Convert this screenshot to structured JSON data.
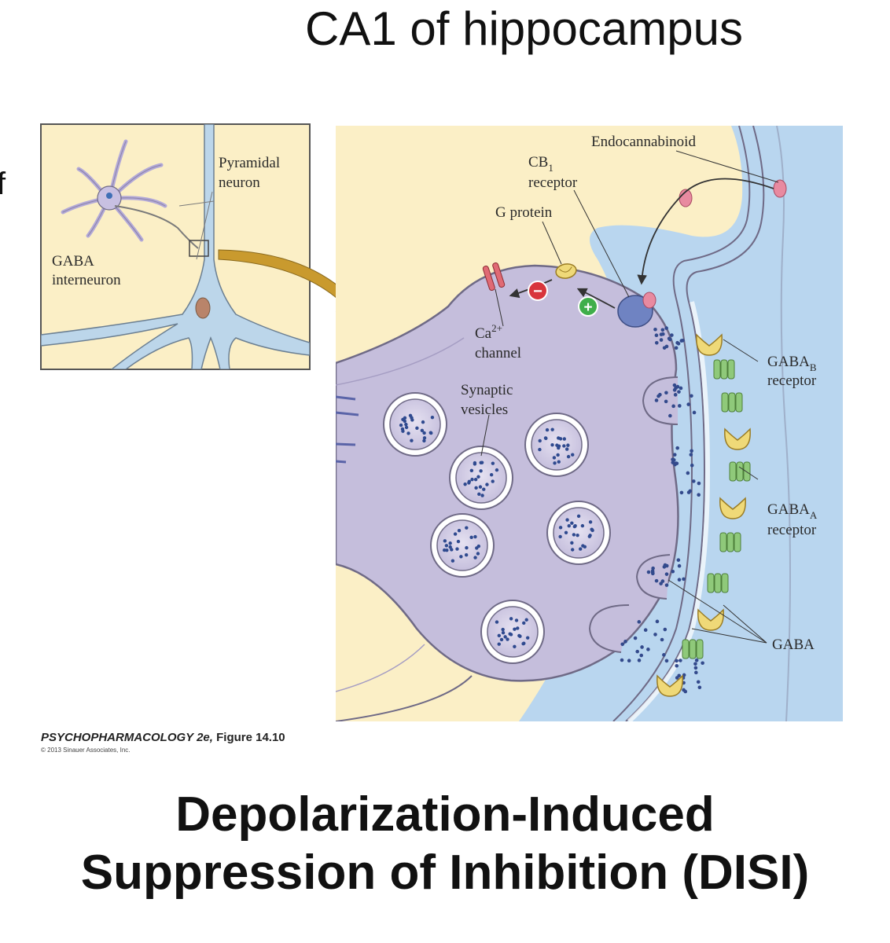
{
  "slide": {
    "title": "CA1 of hippocampus",
    "edge_fragment": "f",
    "caption_line1": "Depolarization-Induced",
    "caption_line2": "Suppression of Inhibition (DISI)",
    "credit_book": "PSYCHOPHARMACOLOGY 2e,",
    "credit_figure": "Figure 14.10",
    "copyright": "© 2013 Sinauer Associates, Inc."
  },
  "inset": {
    "pyramidal_line1": "Pyramidal",
    "pyramidal_line2": "neuron",
    "gaba_line1": "GABA",
    "gaba_line2": "interneuron"
  },
  "labels": {
    "endocannabinoid": "Endocannabinoid",
    "cb1_line1": "CB",
    "cb1_sub": "1",
    "cb1_line2": "receptor",
    "g_protein": "G protein",
    "ca_line1": "Ca",
    "ca_sup": "2+",
    "ca_line2": "channel",
    "vesicles_line1": "Synaptic",
    "vesicles_line2": "vesicles",
    "gabab_line1": "GABA",
    "gabab_sub": "B",
    "gabab_line2": "receptor",
    "gabaa_line1": "GABA",
    "gabaa_sub": "A",
    "gabaa_line2": "receptor",
    "gaba": "GABA",
    "minus_sign": "−",
    "plus_sign": "+"
  },
  "colors": {
    "cream": "#fbefc6",
    "extracellular_blue": "#b9d6ef",
    "terminal_purple": "#c5bedc",
    "membrane_line": "#6f6a86",
    "gabab_yellow": "#efd978",
    "gabaa_green": "#8fc97a",
    "arrow_gold": "#c99a2e",
    "inhibit_red": "#d8353c",
    "activate_green": "#3fae4a",
    "cb1_blue": "#6f83c2"
  }
}
